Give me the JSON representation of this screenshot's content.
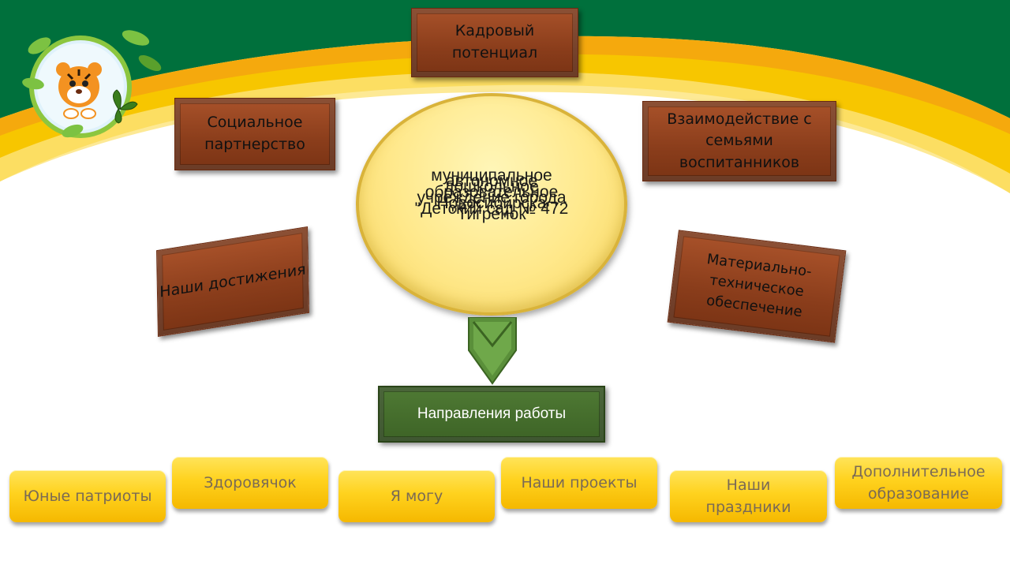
{
  "center": {
    "lines": [
      "муниципальное",
      "автономное",
      "дошкольное",
      "образовательное",
      "учреждение города",
      "Новосибирска",
      "\"Детский сад № 472",
      "\"Тигрёнок\""
    ]
  },
  "boxes": {
    "kadry": [
      "Кадровый",
      "потенциал"
    ],
    "social": [
      "Социальное",
      "партнерство"
    ],
    "family": [
      "Взаимодействие с",
      "семьями",
      "воспитанников"
    ],
    "achievements": [
      "Наши достижения"
    ],
    "material": [
      "Материально-",
      "техническое",
      "обеспечение"
    ]
  },
  "directions": {
    "label": "Направления работы"
  },
  "buttons": [
    {
      "lines": [
        "Юные патриоты"
      ]
    },
    {
      "lines": [
        "Здоровячок"
      ]
    },
    {
      "lines": [
        "Я могу"
      ]
    },
    {
      "lines": [
        "Наши проекты"
      ]
    },
    {
      "lines": [
        "Наши",
        "праздники"
      ]
    },
    {
      "lines": [
        "Дополнительное",
        "образование"
      ]
    }
  ],
  "colors": {
    "green_band": "#00703c",
    "yellow_band": "#f7c600",
    "brown_box": "#8a3d1b",
    "directions_box": "#4a7230",
    "center_fill": "#ffe88a",
    "button_fill": "#ffd21e"
  },
  "icons": {
    "logo": "tiger-cub-logo",
    "arrow": "down-arrow"
  }
}
